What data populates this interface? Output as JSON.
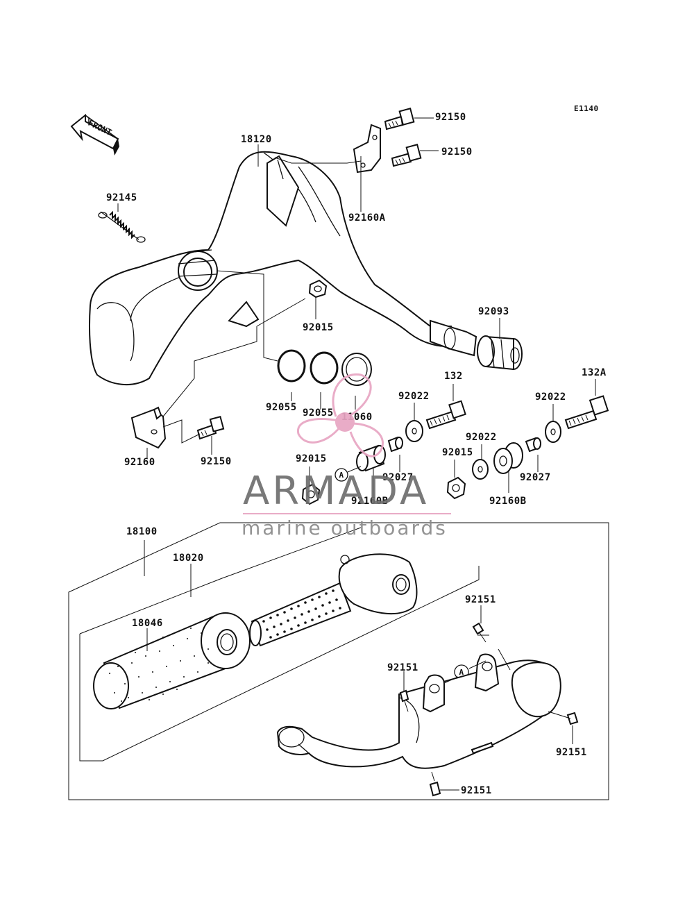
{
  "diagram_code": "E1140",
  "front_label": "FRONT",
  "callout_letter": "A",
  "watermark": {
    "brand": "ARMADA",
    "tagline": "marine outboards",
    "accent_color": "#e8a5c3",
    "text_color": "#6e6e6e",
    "icon": "propeller-icon"
  },
  "parts": {
    "p18120": "18120",
    "p92150_top": "92150",
    "p92150_mid": "92150",
    "p92160A": "92160A",
    "p92145": "92145",
    "p92015_top": "92015",
    "p92093": "92093",
    "p92055_a": "92055",
    "p92055_b": "92055",
    "p11060": "11060",
    "p132": "132",
    "p132A": "132A",
    "p92022_a": "92022",
    "p92022_b": "92022",
    "p92022_c": "92022",
    "p92160": "92160",
    "p92150_low": "92150",
    "p92015_left": "92015",
    "p92160B_left": "92160B",
    "p92027_left": "92027",
    "p92015_right": "92015",
    "p92160B_right": "92160B",
    "p92027_right": "92027",
    "p18100": "18100",
    "p18020": "18020",
    "p18046": "18046",
    "p92151_top": "92151",
    "p92151_left": "92151",
    "p92151_right": "92151",
    "p92151_bottom": "92151"
  }
}
